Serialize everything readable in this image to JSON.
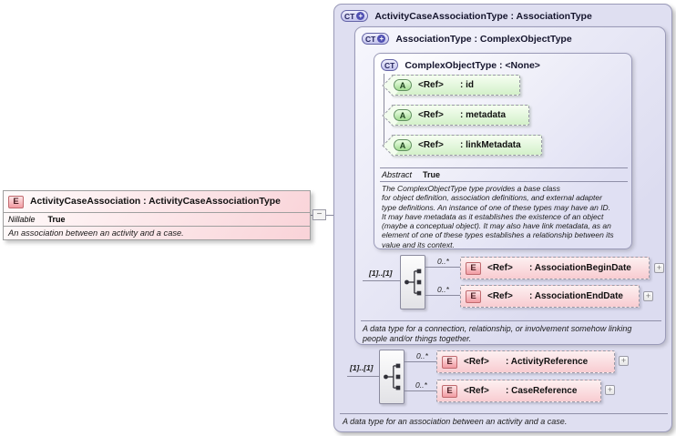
{
  "palette": {
    "element_pink": "#f8ccd1",
    "attribute_green": "#d3f0c9",
    "type_lavender": "#dfdff1",
    "box_border": "#9a9ab8",
    "line_gray": "#8a8a9e"
  },
  "global_element": {
    "icon": "E",
    "title": "ActivityCaseAssociation : ActivityCaseAssociationType",
    "nillable_label": "Nillable",
    "nillable_value": "True",
    "description": "An association between an activity and a case.",
    "collapse_glyph": "−"
  },
  "activity_case_association_type": {
    "icon": "CT",
    "icon_plus": "+",
    "title": "ActivityCaseAssociationType : AssociationType",
    "multiplicity": "[1]..[1]",
    "children": [
      {
        "occurs": "0..*",
        "icon": "E",
        "ref": "<Ref>",
        "name": ": ActivityReference",
        "expand": "+"
      },
      {
        "occurs": "0..*",
        "icon": "E",
        "ref": "<Ref>",
        "name": ": CaseReference",
        "expand": "+"
      }
    ],
    "description": "A data type for an association between an activity and a case."
  },
  "association_type": {
    "icon": "CT",
    "icon_plus": "+",
    "title": "AssociationType : ComplexObjectType",
    "multiplicity": "[1]..[1]",
    "children": [
      {
        "occurs": "0..*",
        "icon": "E",
        "ref": "<Ref>",
        "name": ": AssociationBeginDate",
        "expand": "+"
      },
      {
        "occurs": "0..*",
        "icon": "E",
        "ref": "<Ref>",
        "name": ": AssociationEndDate",
        "expand": "+"
      }
    ],
    "description": "A data type for a connection, relationship, or involvement somehow linking\npeople and/or things together."
  },
  "complex_object_type": {
    "icon": "CT",
    "title": "ComplexObjectType : <None>",
    "attributes": [
      {
        "icon": "A",
        "ref": "<Ref>",
        "name": ": id"
      },
      {
        "icon": "A",
        "ref": "<Ref>",
        "name": ": metadata"
      },
      {
        "icon": "A",
        "ref": "<Ref>",
        "name": ": linkMetadata"
      }
    ],
    "abstract_label": "Abstract",
    "abstract_value": "True",
    "description": "The ComplexObjectType type provides a base class\nfor object definition, association definitions, and external adapter\ntype definitions. An instance of one of these types may have an ID.\nIt may have metadata as it establishes the existence of an object\n(maybe a conceptual object). It may also have link metadata, as an\nelement of one of these types establishes a relationship between its\nvalue and its context."
  }
}
